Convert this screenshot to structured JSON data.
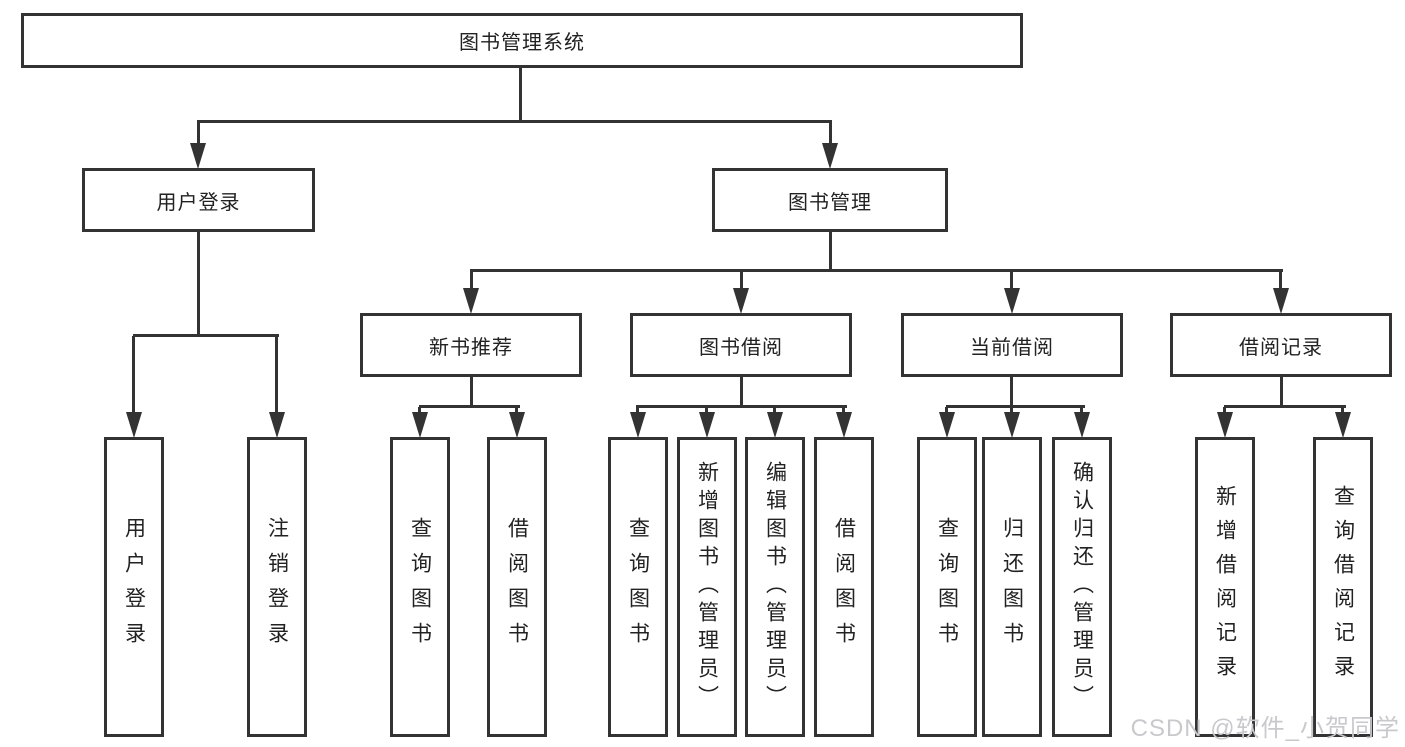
{
  "diagram": {
    "root": "图书管理系统",
    "level2": [
      "用户登录",
      "图书管理"
    ],
    "level3": [
      "新书推荐",
      "图书借阅",
      "当前借阅",
      "借阅记录"
    ],
    "leaves": {
      "user": [
        "用户登录",
        "注销登录"
      ],
      "recommend": [
        "查询图书",
        "借阅图书"
      ],
      "borrow": [
        "查询图书",
        "新增图书（管理员）",
        "编辑图书（管理员）",
        "借阅图书"
      ],
      "current": [
        "查询图书",
        "归还图书",
        "确认归还（管理员）"
      ],
      "records": [
        "新增借阅记录",
        "查询借阅记录"
      ]
    }
  },
  "watermark": {
    "text": "CSDN @软件_小贺同学"
  },
  "colors": {
    "line": "#333333",
    "text": "#222222",
    "watermark": "#c9c9cd",
    "background": "#ffffff"
  }
}
